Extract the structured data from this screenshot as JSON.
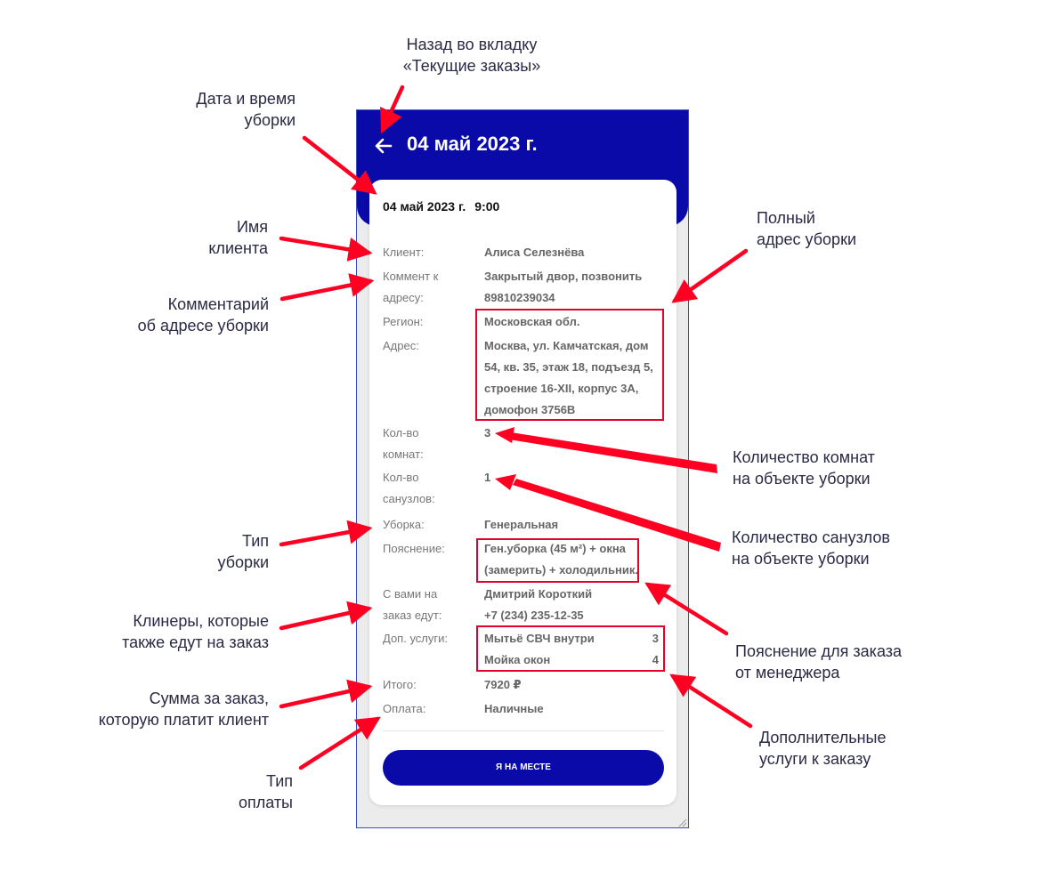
{
  "screen": {
    "header_title": "04 май 2023 г.",
    "date": "04 май 2023 г.",
    "time": "9:00",
    "fields": {
      "client": {
        "label": "Клиент:",
        "value": "Алиса Селезнёва"
      },
      "address_comment": {
        "label_l1": "Коммент к",
        "label_l2": "адресу:",
        "value_l1": "Закрытый двор, позвонить",
        "value_l2": "89810239034"
      },
      "region": {
        "label": "Регион:",
        "value": "Московская обл."
      },
      "address": {
        "label": "Адрес:",
        "value_l1": "Москва, ул. Камчатская, дом",
        "value_l2": "54, кв. 35, этаж 18, подъезд 5,",
        "value_l3": "строение 16-XII, корпус 3А,",
        "value_l4": "домофон 3756В"
      },
      "rooms": {
        "label_l1": "Кол-во",
        "label_l2": "комнат:",
        "value": "3"
      },
      "bathrooms": {
        "label_l1": "Кол-во",
        "label_l2": "санузлов:",
        "value": "1"
      },
      "cleaning": {
        "label": "Уборка:",
        "value": "Генеральная"
      },
      "note": {
        "label": "Пояснение:",
        "value_l1": "Ген.уборка (45 м²) + окна",
        "value_l2": "(замерить) + холодильник."
      },
      "crew": {
        "label_l1": "С вами на",
        "label_l2": "заказ едут:",
        "value_l1": "Дмитрий Короткий",
        "value_l2": "+7 (234) 235-12-35"
      },
      "extras": {
        "label": "Доп. услуги:",
        "items": [
          {
            "name": "Мытьё СВЧ внутри",
            "qty": "3"
          },
          {
            "name": "Мойка окон",
            "qty": "4"
          }
        ]
      },
      "total": {
        "label": "Итого:",
        "value": "7920 ₽"
      },
      "payment": {
        "label": "Оплата:",
        "value": "Наличные"
      }
    },
    "on_site_button": "Я НА МЕСТЕ"
  },
  "annotations": {
    "back": {
      "l1": "Назад во вкладку",
      "l2": "«Текущие заказы»"
    },
    "datetime": {
      "l1": "Дата и время",
      "l2": "уборки"
    },
    "client_name": {
      "l1": "Имя",
      "l2": "клиента"
    },
    "address_comment": {
      "l1": "Комментарий",
      "l2": "об адресе уборки"
    },
    "full_address": {
      "l1": "Полный",
      "l2": "адрес уборки"
    },
    "rooms": {
      "l1": "Количество комнат",
      "l2": "на объекте уборки"
    },
    "bathrooms": {
      "l1": "Количество санузлов",
      "l2": "на объекте уборки"
    },
    "cleaning_type": {
      "l1": "Тип",
      "l2": "уборки"
    },
    "cleaners": {
      "l1": "Клинеры, которые",
      "l2": "также едут на заказ"
    },
    "manager_note": {
      "l1": "Пояснение для заказа",
      "l2": "от менеджера"
    },
    "sum": {
      "l1": "Сумма за заказ,",
      "l2": "которую платит клиент"
    },
    "extra_services": {
      "l1": "Дополнительные",
      "l2": "услуги к заказу"
    },
    "payment_type": {
      "l1": "Тип",
      "l2": "оплаты"
    }
  },
  "colors": {
    "brand": "#0a0aa8",
    "highlight": "#e5002a",
    "arrow": "#ff0022"
  },
  "icons": {
    "back": "arrow-left-icon",
    "grip": "resize-grip-icon"
  }
}
